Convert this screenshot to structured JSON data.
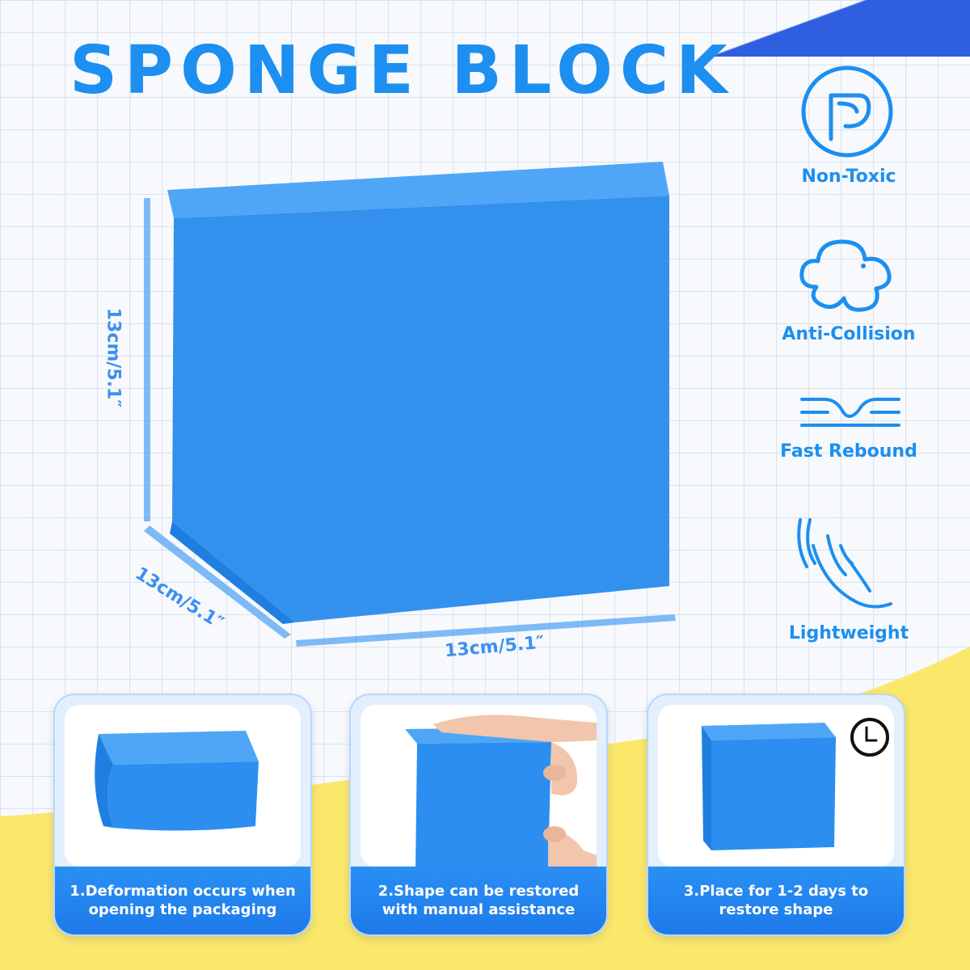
{
  "title": "SPONGE BLOCK",
  "colors": {
    "accent": "#1c8ff0",
    "sponge_blue": "#2b8ef0",
    "yellow": "#fbe76a",
    "caption_blue": "#1d7ae9"
  },
  "dimensions": {
    "height": "13cm/5.1″",
    "depth": "13cm/5.1″",
    "width": "13cm/5.1″"
  },
  "features": [
    {
      "label": "Non-Toxic",
      "icon": "leaf-p-icon"
    },
    {
      "label": "Anti-Collision",
      "icon": "cloud-icon"
    },
    {
      "label": "Fast Rebound",
      "icon": "rebound-wave-icon"
    },
    {
      "label": "Lightweight",
      "icon": "feather-icon"
    }
  ],
  "steps": [
    {
      "line1": "1.Deformation occurs when",
      "line2": "opening the packaging",
      "icon": "deformed-sponge-icon"
    },
    {
      "line1": "2.Shape can be restored",
      "line2": "with manual assistance",
      "icon": "hands-sponge-icon"
    },
    {
      "line1": "3.Place for 1-2 days to",
      "line2": "restore shape",
      "icon": "clock-icon"
    }
  ]
}
